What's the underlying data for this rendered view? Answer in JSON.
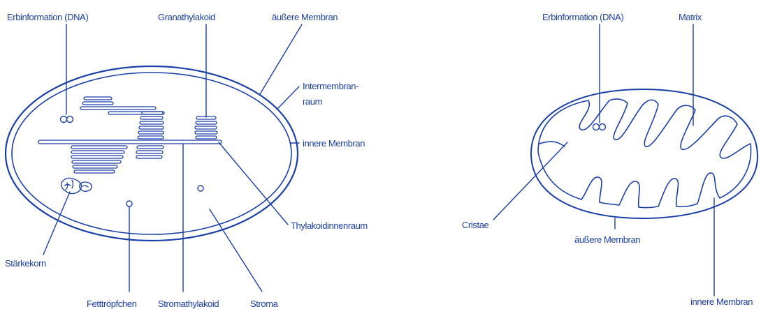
{
  "chloroplast": {
    "labels": {
      "dna": "Erbinformation (DNA)",
      "granathylakoid": "Granathylakoid",
      "outer_membrane": "äußere Membran",
      "intermembrane_1": "Intermembran-",
      "intermembrane_2": "raum",
      "inner_membrane": "innere Membran",
      "thylakoid_lumen": "Thylakoidinnenraum",
      "starch": "Stärkekorn",
      "lipid": "Fetttröpfchen",
      "stromathylakoid": "Stromathylakoid",
      "stroma": "Stroma"
    }
  },
  "mitochondrion": {
    "labels": {
      "dna": "Erbinformation (DNA)",
      "matrix": "Matrix",
      "cristae": "Cristae",
      "outer_membrane": "äußere Membran",
      "inner_membrane": "innere Membran"
    }
  },
  "colors": {
    "line": "#1a3fa8",
    "background": "#ffffff"
  }
}
